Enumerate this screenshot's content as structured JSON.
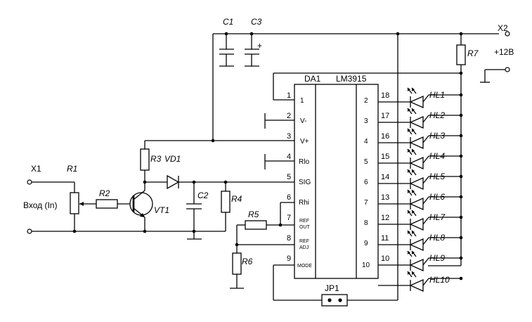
{
  "chip": {
    "designator": "DA1",
    "part": "LM3915",
    "left_pins": [
      {
        "num": "1",
        "name": ""
      },
      {
        "num": "2",
        "name": "V-"
      },
      {
        "num": "3",
        "name": "V+"
      },
      {
        "num": "4",
        "name": "Rlo"
      },
      {
        "num": "5",
        "name": "SIG"
      },
      {
        "num": "6",
        "name": "Rhi"
      },
      {
        "num": "7",
        "name": "REF OUT"
      },
      {
        "num": "8",
        "name": "REF ADJ"
      },
      {
        "num": "9",
        "name": "MODE"
      }
    ],
    "inner_left_labels": [
      "1",
      "V-",
      "V+",
      "Rlo",
      "SIG",
      "Rhi",
      "",
      "",
      ""
    ],
    "ref_out": [
      "REF",
      "OUT"
    ],
    "ref_adj": [
      "REF",
      "ADJ"
    ],
    "mode": "MODE",
    "right_outer_pins": [
      "18",
      "17",
      "16",
      "15",
      "14",
      "13",
      "12",
      "11",
      "10"
    ],
    "right_inner_labels": [
      "2",
      "3",
      "4",
      "5",
      "6",
      "7",
      "8",
      "9",
      "10"
    ]
  },
  "components": {
    "c1": "C1",
    "c3": "C3",
    "c3_polarity": "+",
    "c2": "C2",
    "r1": "R1",
    "r2": "R2",
    "r3": "R3",
    "r4": "R4",
    "r5": "R5",
    "r6": "R6",
    "r7": "R7",
    "vd1": "VD1",
    "vt1": "VT1",
    "jp1": "JP1"
  },
  "connectors": {
    "x1": "X1",
    "input_label": "Вход (In)",
    "x2": "X2",
    "supply": "+12В"
  },
  "leds": [
    "HL1",
    "HL2",
    "HL3",
    "HL4",
    "HL5",
    "HL6",
    "HL7",
    "HL8",
    "HL9",
    "HL10"
  ]
}
